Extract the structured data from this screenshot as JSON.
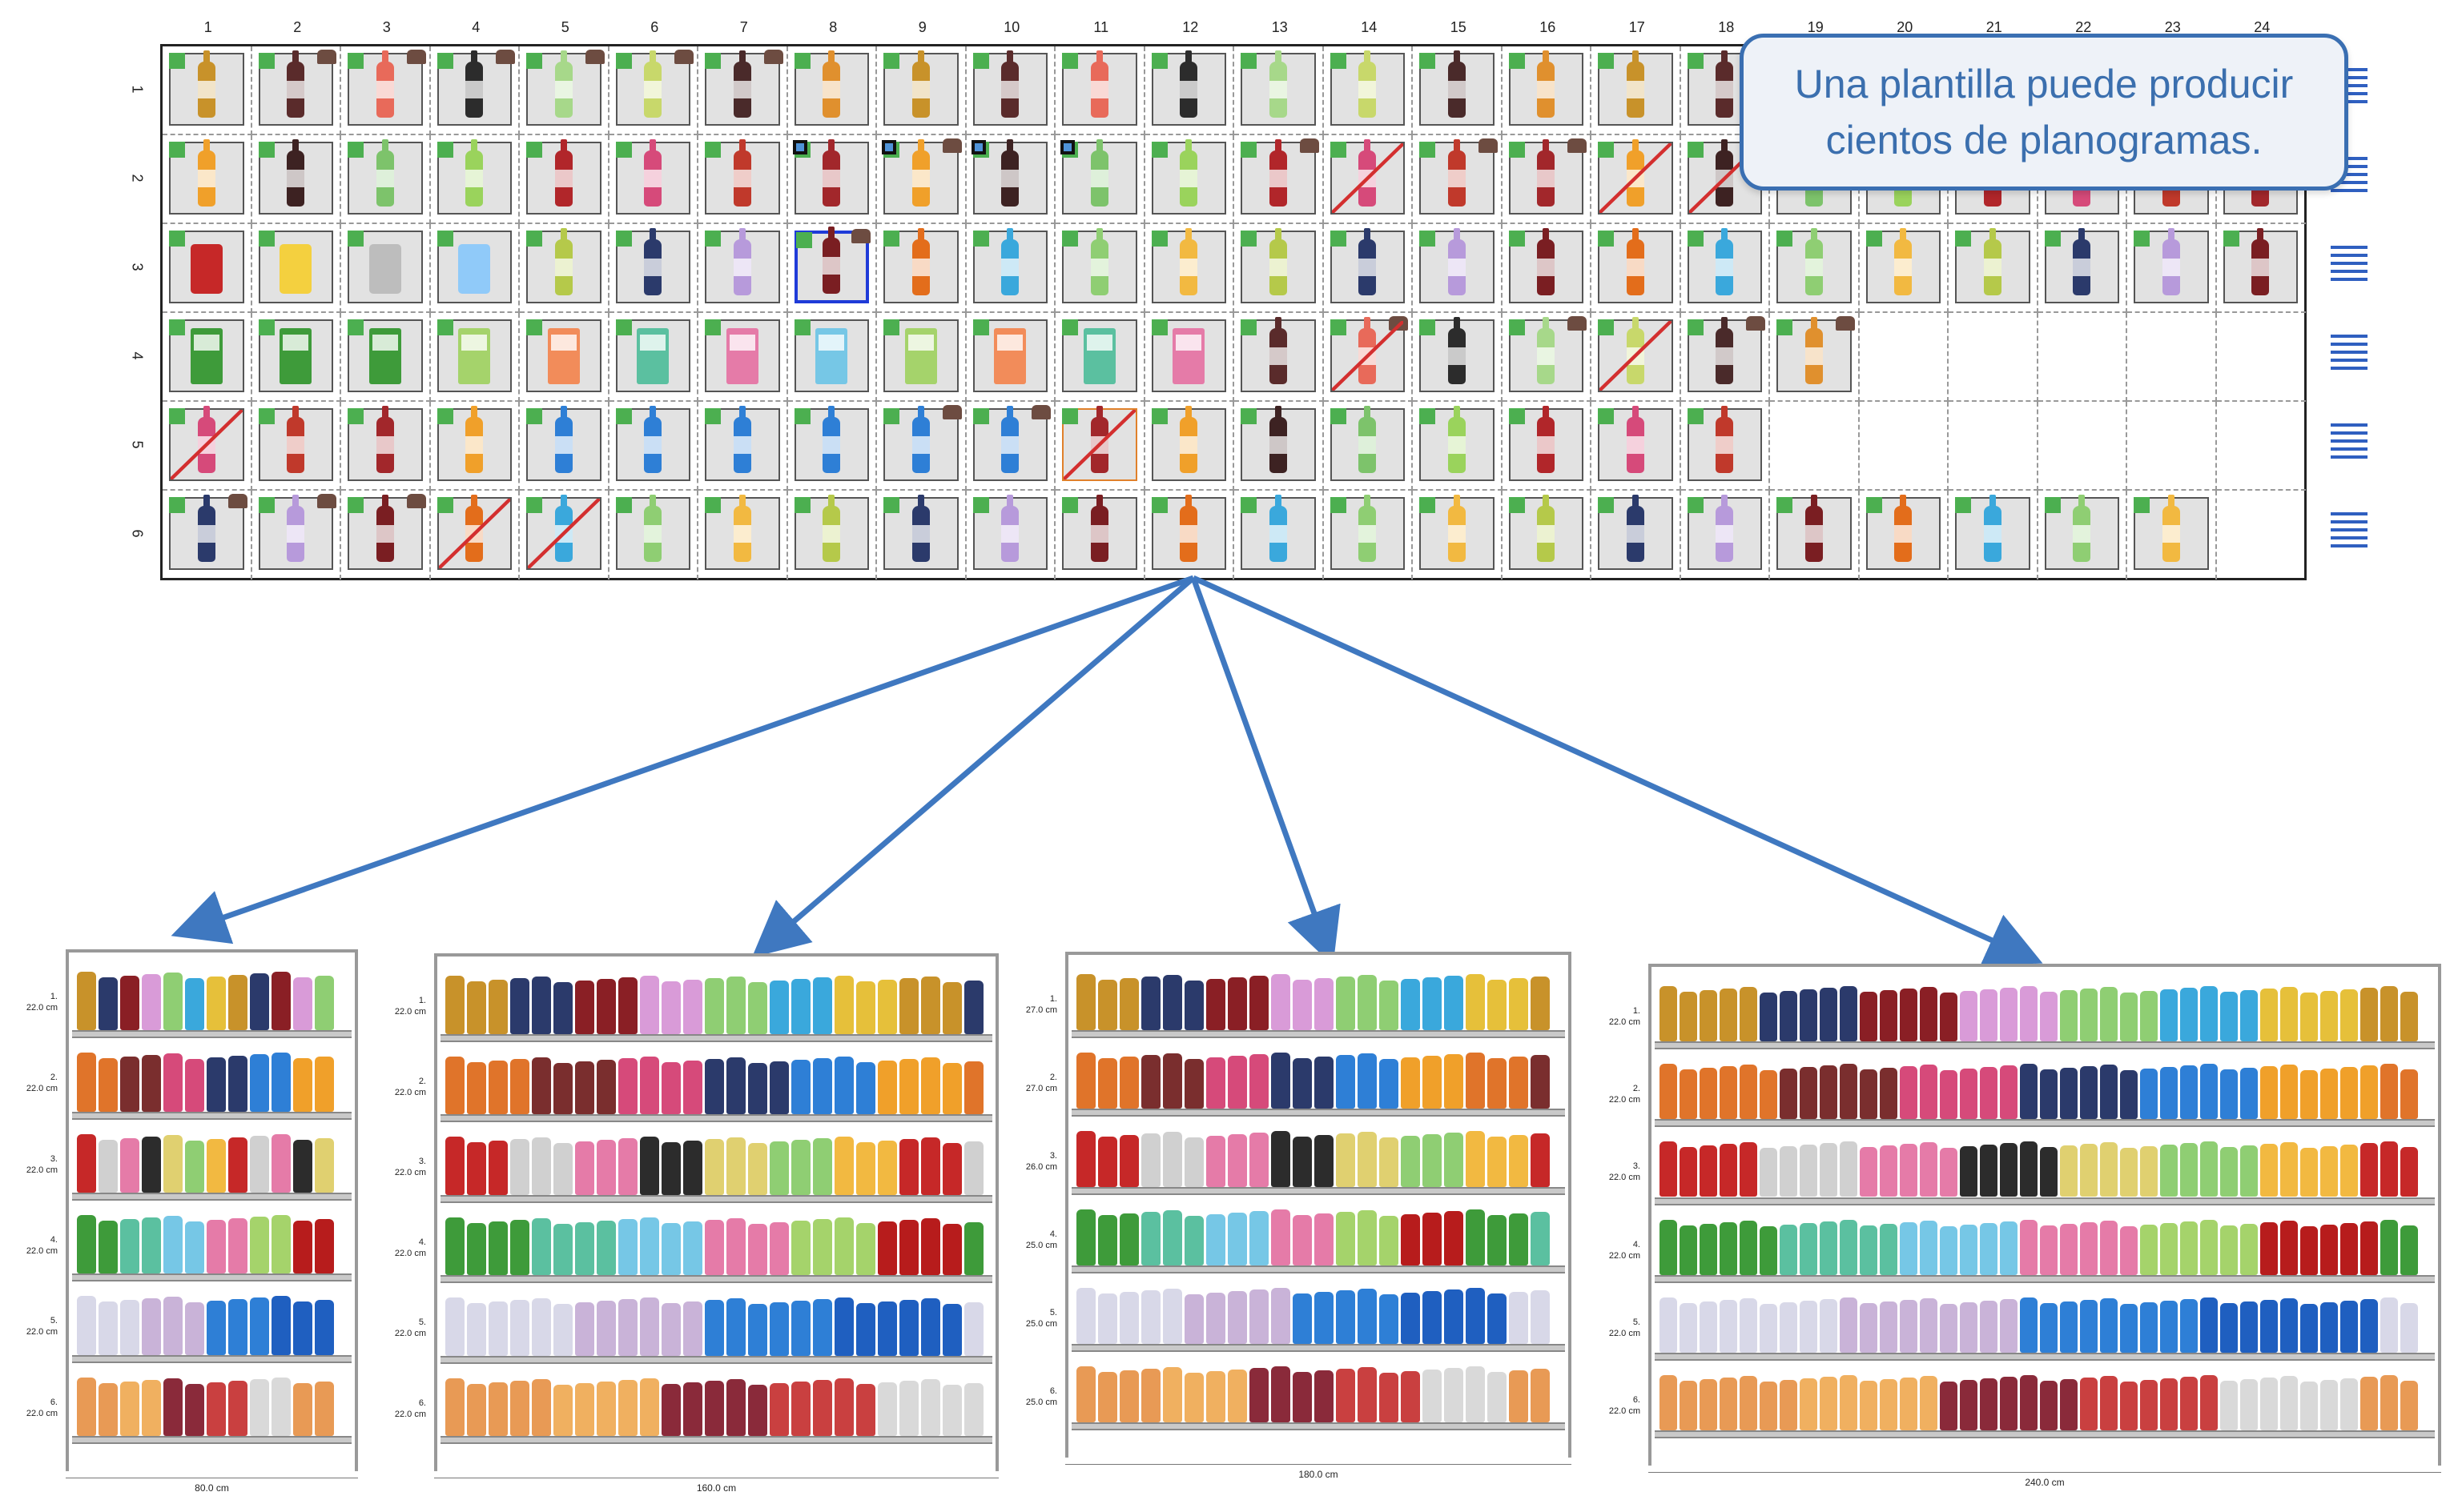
{
  "callout": {
    "line1": "Una plantilla puede producir",
    "line2": "cientos de planogramas."
  },
  "template": {
    "columns": [
      "1",
      "2",
      "3",
      "4",
      "5",
      "6",
      "7",
      "8",
      "9",
      "10",
      "11",
      "12",
      "13",
      "14",
      "15",
      "16",
      "17",
      "18",
      "19",
      "20",
      "21",
      "22",
      "23",
      "24"
    ],
    "rows": [
      "1",
      "2",
      "3",
      "4",
      "5",
      "6"
    ],
    "row_item_counts": [
      24,
      24,
      24,
      19,
      18,
      23
    ]
  },
  "planograms": [
    {
      "width_label": "80.0 cm",
      "shelves": [
        {
          "num": "1.",
          "height": "22.0 cm"
        },
        {
          "num": "2.",
          "height": "22.0 cm"
        },
        {
          "num": "3.",
          "height": "22.0 cm"
        },
        {
          "num": "4.",
          "height": "22.0 cm"
        },
        {
          "num": "5.",
          "height": "22.0 cm"
        },
        {
          "num": "6.",
          "height": "22.0 cm"
        }
      ]
    },
    {
      "width_label": "160.0 cm",
      "shelves": [
        {
          "num": "1.",
          "height": "22.0 cm"
        },
        {
          "num": "2.",
          "height": "22.0 cm"
        },
        {
          "num": "3.",
          "height": "22.0 cm"
        },
        {
          "num": "4.",
          "height": "22.0 cm"
        },
        {
          "num": "5.",
          "height": "22.0 cm"
        },
        {
          "num": "6.",
          "height": "22.0 cm"
        }
      ]
    },
    {
      "width_label": "180.0 cm",
      "shelves": [
        {
          "num": "1.",
          "height": "27.0 cm"
        },
        {
          "num": "2.",
          "height": "27.0 cm"
        },
        {
          "num": "3.",
          "height": "26.0 cm"
        },
        {
          "num": "4.",
          "height": "25.0 cm"
        },
        {
          "num": "5.",
          "height": "25.0 cm"
        },
        {
          "num": "6.",
          "height": "25.0 cm"
        }
      ]
    },
    {
      "width_label": "240.0 cm",
      "shelves": [
        {
          "num": "1.",
          "height": "22.0 cm"
        },
        {
          "num": "2.",
          "height": "22.0 cm"
        },
        {
          "num": "3.",
          "height": "22.0 cm"
        },
        {
          "num": "4.",
          "height": "22.0 cm"
        },
        {
          "num": "5.",
          "height": "22.0 cm"
        },
        {
          "num": "6.",
          "height": "22.0 cm"
        }
      ]
    }
  ],
  "colors": {
    "accent": "#3b6fae",
    "flag": "#4caf50",
    "tag": "#6d4c41",
    "arrow": "#3f78c0",
    "selection": "#1f3bd8"
  },
  "icons": {
    "row_menu": "hamburger-list-icon",
    "slot_flag": "green-flag-icon",
    "slot_tag": "price-tag-icon",
    "slot_removed": "red-cross-icon"
  }
}
